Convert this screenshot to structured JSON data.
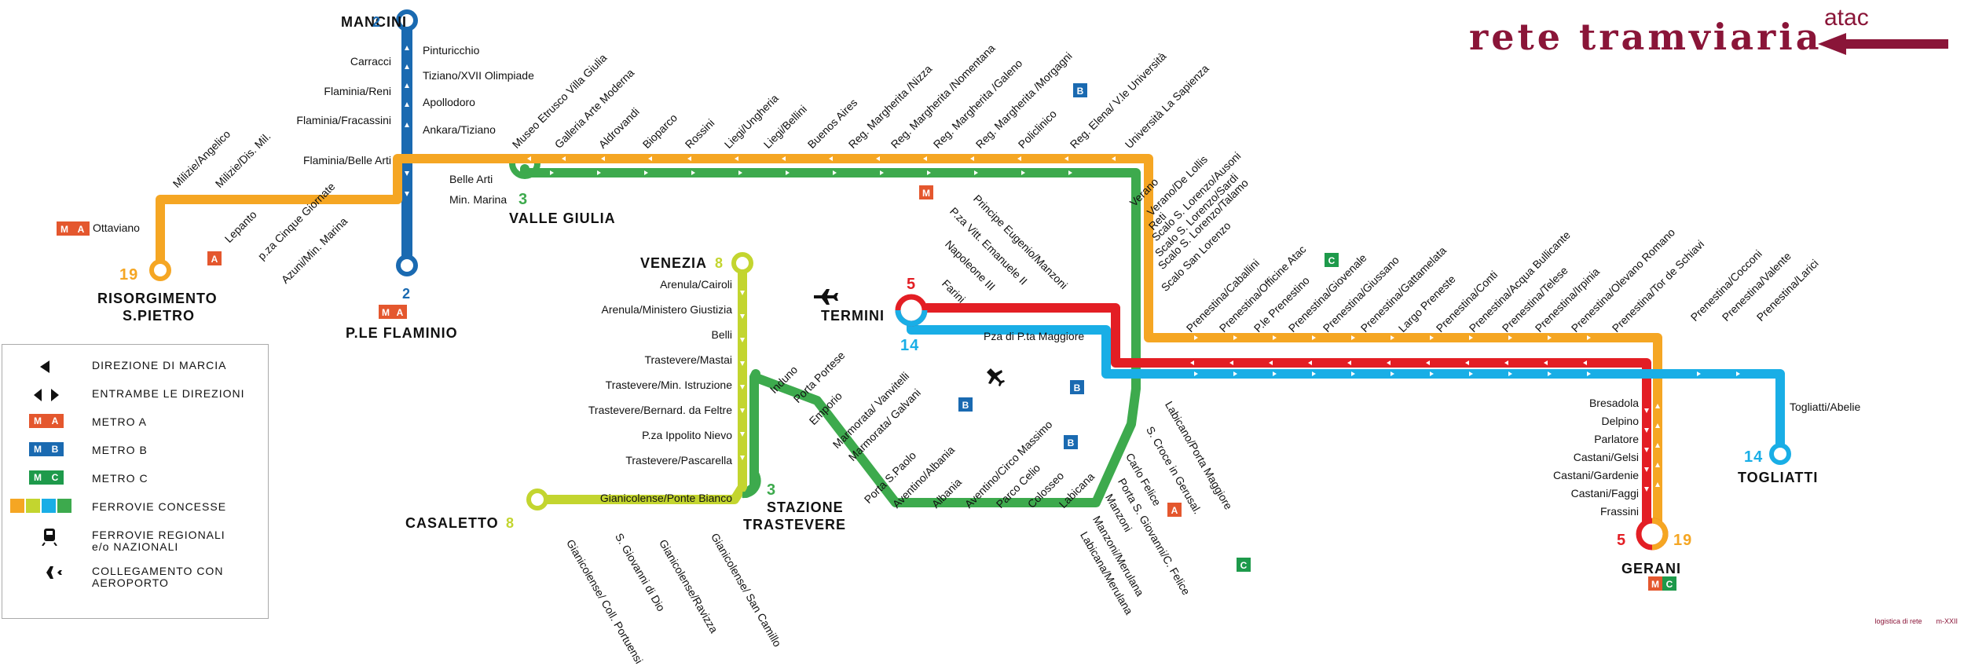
{
  "header": {
    "title": "rete tramviaria",
    "brand": "atac"
  },
  "footer": {
    "left": "logistica di rete",
    "right": "m-XXII"
  },
  "colors": {
    "line2": "#1a6ab1",
    "line3": "#3daa4d",
    "line5": "#e31e24",
    "line8": "#c3d52f",
    "line14": "#19aee6",
    "line19": "#f5a623",
    "metroA": "#e4572e",
    "metroB": "#1a6ab1",
    "metroC": "#1e9a4b",
    "brand": "#8a1538"
  },
  "terminals": {
    "mancini": {
      "name": "MANCINI",
      "line": "2"
    },
    "flaminio": {
      "name": "P.LE FLAMINIO",
      "line": "2"
    },
    "risorgimento": {
      "name1": "RISORGIMENTO",
      "name2": "S.PIETRO",
      "line": "19"
    },
    "valle_giulia": {
      "name": "VALLE GIULIA",
      "line": "3"
    },
    "venezia": {
      "name": "VENEZIA",
      "line": "8"
    },
    "casaletto": {
      "name": "CASALETTO",
      "line": "8"
    },
    "stazione_trastevere": {
      "name1": "STAZIONE",
      "name2": "TRASTEVERE",
      "line": "3"
    },
    "termini": {
      "name": "TERMINI",
      "line5": "5",
      "line14": "14"
    },
    "gerani": {
      "name": "GERANI",
      "line5": "5",
      "line19": "19"
    },
    "togliatti": {
      "name": "TOGLIATTI",
      "line": "14"
    }
  },
  "badges": {
    "A": "A",
    "B": "B",
    "C": "C",
    "M": "M"
  },
  "stops": {
    "line2": [
      "Pinturicchio",
      "Tiziano/XVII Olimpiade",
      "Apollodoro",
      "Ankara/Tiziano",
      "Carracci",
      "Flaminia/Reni",
      "Flaminia/Fracassini"
    ],
    "flaminio_area": [
      "Flaminia/Belle Arti",
      "Belle Arti",
      "Min. Marina",
      "Ottaviano"
    ],
    "line19_west": [
      "Milizie/Angelico",
      "Milizie/Dis. Mil.",
      "Lepanto",
      "p.za Cinque Giornate",
      "Azuni/Min. Marina"
    ],
    "viale": [
      "Museo Etrusco Villa Giulia",
      "Galleria Arte Moderna",
      "Aldrovandi",
      "Bioparco",
      "Rossini",
      "Liegi/Ungheria",
      "Liegi/Bellini",
      "Buenos Aires",
      "Reg. Margherita /Nizza",
      "Reg. Margherita /Nomentana",
      "Reg. Margherita /Galeno",
      "Reg. Margherita /Morgagni",
      "Policlinico",
      "Reg. Elena/ V.le Università",
      "Università La Sapienza"
    ],
    "san_lorenzo": [
      "Verano",
      "Verano/De Lollis",
      "Reti",
      "Scalo S. Lorenzo/Ausoni",
      "Scalo S. Lorenzo/Sardi",
      "Scalo S. Lorenzo/Talamo",
      "Scalo San Lorenzo"
    ],
    "line5_centro": [
      "P.za Vitt. Emanuele II",
      "Principe Eugenio/Manzoni",
      "Napoleone III",
      "Farini",
      "Pza di P.ta Maggiore"
    ],
    "prenestina": [
      "Prenestina/Caballini",
      "Prenestina/Officine Atac",
      "P.le Prenestino",
      "Prenestina/Giovenale",
      "Prenestina/Giussano",
      "Prenestina/Gattamelata",
      "Largo Preneste",
      "Prenestina/Conti",
      "Prenestina/Acqua Bullicante",
      "Prenestina/Telese",
      "Prenestina/Irpinia",
      "Prenestina/Olevano Romano",
      "Prenestina/Tor de Schiavi",
      "Prenestina/Cocconi",
      "Prenestina/Valente",
      "Prenestina/Larici"
    ],
    "line14_east": [
      "Togliatti/Abelie"
    ],
    "line5_east": [
      "Bresadola",
      "Delpino",
      "Parlatore",
      "Castani/Gelsi",
      "Castani/Gardenie",
      "Castani/Faggi",
      "Frassini"
    ],
    "line8": [
      "Arenula/Cairoli",
      "Arenula/Ministero Giustizia",
      "Belli",
      "Trastevere/Mastai",
      "Trastevere/Min. Istruzione",
      "Trastevere/Bernard. da Feltre",
      "P.za Ippolito Nievo",
      "Trastevere/Pascarella",
      "Gianicolense/Ponte Bianco"
    ],
    "line8_west": [
      "Gianicolense/ Coll. Portuensi",
      "S. Giovanni di Dio",
      "Gianicolense/Ravizza",
      "Gianicolense/ San Camillo"
    ],
    "line3_south": [
      "Induno",
      "Porta Portese",
      "Emporio",
      "Marmorata/ Vanvitelli",
      "Marmorata/ Galvani",
      "Porta S.Paolo",
      "Aventino/Albania",
      "Albania",
      "Aventino/Circo Massimo",
      "Parco Celio",
      "Colosseo",
      "Labicana"
    ],
    "line3_east": [
      "S. Croce in Gerusal.",
      "Carlo Felice",
      "Porta S. Giovanni/C. Felice",
      "Manzoni",
      "Manzoni/Merulana",
      "Labicana/Merulana",
      "Labicano/Porta Maggiore"
    ]
  },
  "legend": {
    "items": [
      {
        "label": "DIREZIONE DI MARCIA"
      },
      {
        "label": "ENTRAMBE LE DIREZIONI"
      },
      {
        "label": "METRO A"
      },
      {
        "label": "METRO B"
      },
      {
        "label": "METRO C"
      },
      {
        "label": "FERROVIE CONCESSE"
      },
      {
        "label": "FERROVIE REGIONALI",
        "label2": "e/o NAZIONALI"
      },
      {
        "label": "COLLEGAMENTO CON",
        "label2": "AEROPORTO"
      }
    ]
  }
}
